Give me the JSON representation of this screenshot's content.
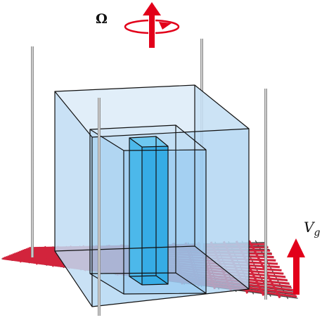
{
  "labels": {
    "rotation_symbol": "Ω",
    "velocity_symbol": "V",
    "velocity_subscript": "g"
  },
  "icons": {
    "rotation": "rotation-arrow-icon",
    "velocity": "upward-arrow-icon"
  },
  "colors": {
    "arrow": "#e2001a",
    "grid_red": "#d2243c",
    "grid_dark": "#4a4a4a",
    "box_fill_outer": "#bcd8f0",
    "box_fill_middle": "#a6cff0",
    "box_fill_inner": "#3fb0e6",
    "edge": "#111111",
    "rod": "#9a9a9a"
  }
}
